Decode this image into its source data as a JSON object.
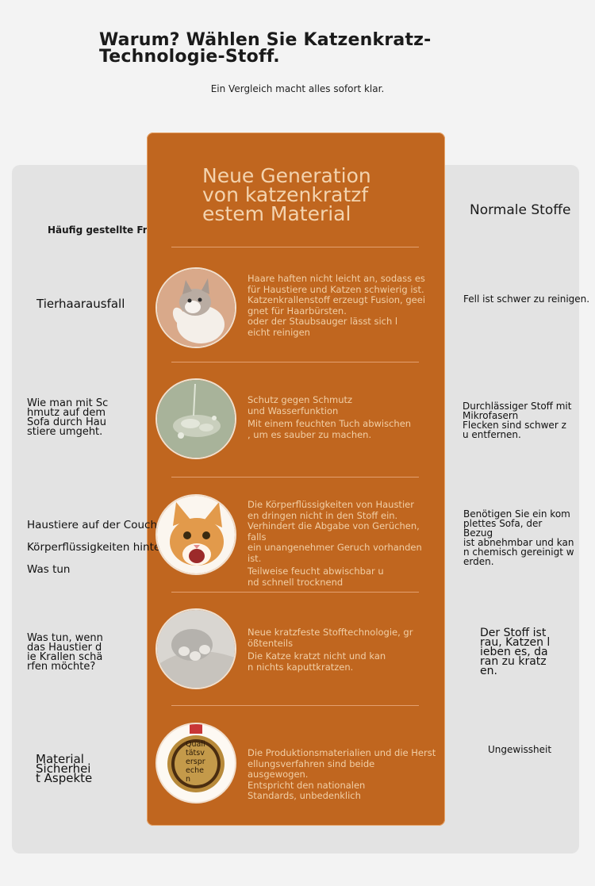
{
  "header": {
    "title": "Warum? Wählen Sie Katzenkratz-Technologie-Stoff.",
    "subtitle": "Ein Vergleich macht alles sofort klar."
  },
  "columns": {
    "left_header": "Häufig gestellte Fragen",
    "middle_header": "Neue Generation\nvon katzenkratzf\nestem Material",
    "right_header": "Normale Stoffe"
  },
  "rows": [
    {
      "left": "Tierhaarausfall",
      "middle": [
        "Haare haften nicht leicht an, sodass es\nfür Haustiere und Katzen schwierig ist.\nKatzenkrallenstoff erzeugt Fusion, geei\ngnet für Haarbürsten.\noder der Staubsauger lässt sich l\neicht reinigen"
      ],
      "right": "Fell ist schwer zu reinigen."
    },
    {
      "left": "Wie man mit Sc\nhmutz auf dem\nSofa durch Hau\nstiere umgeht.",
      "middle": [
        "Schutz gegen Schmutz\nund Wasserfunktion",
        "Mit einem feuchten Tuch abwischen\n, um es sauber zu machen."
      ],
      "right": "Durchlässiger Stoff mit\nMikrofasern\nFlecken sind schwer z\nu entfernen."
    },
    {
      "left": "Haustiere auf der Couch\nKörperflüssigkeiten hinterlassen\nWas tun",
      "middle": [
        "Die Körperflüssigkeiten von Haustier\nen dringen nicht in den Stoff ein.\nVerhindert die Abgabe von Gerüchen, falls\n ein unangenehmer Geruch vorhanden ist.",
        "Teilweise feucht abwischbar u\nnd schnell trocknend"
      ],
      "right": "Benötigen Sie ein kom\nplettes Sofa, der Bezug\nist abnehmbar und kan\nn chemisch gereinigt w\nerden."
    },
    {
      "left": "Was tun, wenn\n das Haustier d\nie Krallen schä\nrfen möchte?",
      "middle": [
        "Neue kratzfeste Stofftechnologie, gr\nößtenteils",
        "Die Katze kratzt nicht und kan\nn nichts kaputtkratzen."
      ],
      "right": "Der Stoff ist\nrau, Katzen l\nieben es, da\nran zu kratz\nen."
    },
    {
      "left": "Material\nSicherhei\nt Aspekte",
      "middle": [
        "Die Produktionsmaterialien und die Herst\nellungsverfahren sind beide ausgewogen.\nEntspricht den nationalen\nStandards, unbedenklich"
      ],
      "right": "Ungewissheit"
    }
  ],
  "badge": {
    "text": "Quali\ntätsv\nerspr\neche\nn"
  },
  "colors": {
    "accent": "#c0661f",
    "accent_text": "#f1cfa6",
    "panel": "#e3e3e3",
    "background": "#f3f3f3"
  }
}
